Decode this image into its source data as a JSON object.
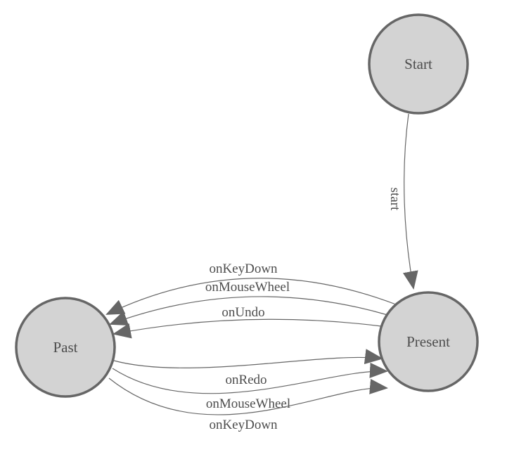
{
  "diagram": {
    "type": "state-machine",
    "style": {
      "background": "#ffffff",
      "node_fill": "#d3d3d3",
      "node_stroke": "#666666",
      "edge_color": "#666666",
      "arrowhead_color": "#666666",
      "text_color": "#4d4d4d"
    },
    "nodes": [
      {
        "id": "start",
        "label": "Start"
      },
      {
        "id": "present",
        "label": "Present"
      },
      {
        "id": "past",
        "label": "Past"
      }
    ],
    "edges": [
      {
        "from": "Start",
        "to": "Present",
        "label": "start"
      },
      {
        "from": "Present",
        "to": "Past",
        "label": "onKeyDown"
      },
      {
        "from": "Present",
        "to": "Past",
        "label": "onMouseWheel"
      },
      {
        "from": "Present",
        "to": "Past",
        "label": "onUndo"
      },
      {
        "from": "Past",
        "to": "Present",
        "label": "onRedo"
      },
      {
        "from": "Past",
        "to": "Present",
        "label": "onMouseWheel"
      },
      {
        "from": "Past",
        "to": "Present",
        "label": "onKeyDown"
      }
    ]
  }
}
